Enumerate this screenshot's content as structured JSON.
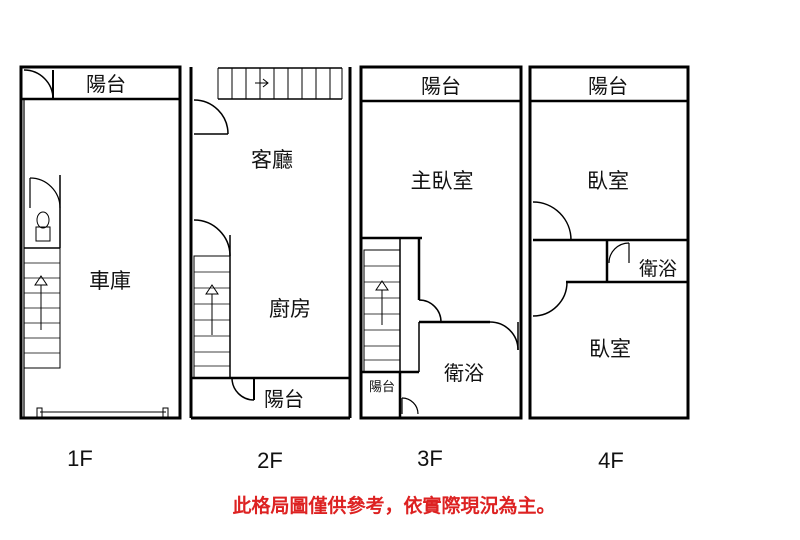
{
  "floors": [
    {
      "label": "1F",
      "rooms": {
        "balcony": "陽台",
        "garage": "車庫"
      }
    },
    {
      "label": "2F",
      "rooms": {
        "living": "客廳",
        "kitchen": "廚房",
        "balcony": "陽台"
      }
    },
    {
      "label": "3F",
      "rooms": {
        "balcony": "陽台",
        "master": "主臥室",
        "bath": "衛浴",
        "small_balcony": "陽台"
      }
    },
    {
      "label": "4F",
      "rooms": {
        "balcony": "陽台",
        "bedroom_top": "臥室",
        "bath": "衛浴",
        "bedroom_bottom": "臥室"
      }
    }
  ],
  "disclaimer": "此格局圖僅供參考，依實際現況為主。",
  "colors": {
    "walls": "#000000",
    "disclaimer": "#d42a2a"
  }
}
